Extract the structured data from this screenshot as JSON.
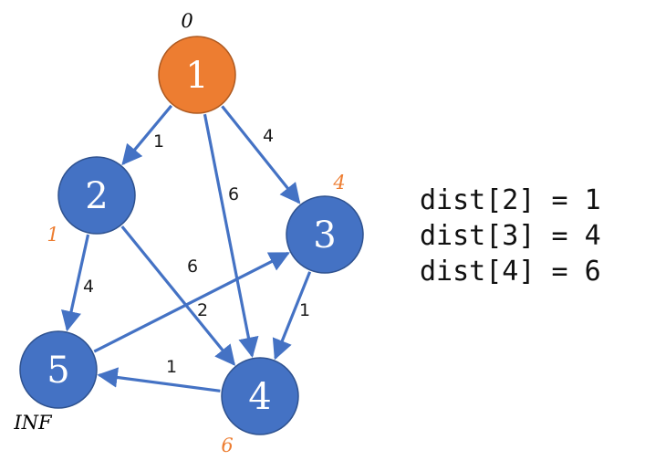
{
  "colors": {
    "node_blue": "#4472C4",
    "node_blue_stroke": "#2F528F",
    "node_orange": "#ED7D31",
    "node_orange_stroke": "#AE5A21",
    "edge": "#4472C4",
    "dist_orange": "#ED7D31",
    "dist_black": "#000000"
  },
  "nodes": [
    {
      "id": "1",
      "label": "1",
      "dist": "0",
      "state": "source"
    },
    {
      "id": "2",
      "label": "2",
      "dist": "1",
      "state": "visited"
    },
    {
      "id": "3",
      "label": "3",
      "dist": "4",
      "state": "visited"
    },
    {
      "id": "4",
      "label": "4",
      "dist": "6",
      "state": "visited"
    },
    {
      "id": "5",
      "label": "5",
      "dist": "INF",
      "state": "unreached"
    }
  ],
  "edges": [
    {
      "from": "1",
      "to": "2",
      "weight": "1"
    },
    {
      "from": "1",
      "to": "3",
      "weight": "4"
    },
    {
      "from": "1",
      "to": "4",
      "weight": "6"
    },
    {
      "from": "2",
      "to": "5",
      "weight": "4"
    },
    {
      "from": "2",
      "to": "4",
      "weight": "2"
    },
    {
      "from": "5",
      "to": "3",
      "weight": "6"
    },
    {
      "from": "3",
      "to": "4",
      "weight": "1"
    },
    {
      "from": "4",
      "to": "5",
      "weight": "1"
    }
  ],
  "code": [
    "dist[2] = 1",
    "dist[3] = 4",
    "dist[4] = 6"
  ]
}
